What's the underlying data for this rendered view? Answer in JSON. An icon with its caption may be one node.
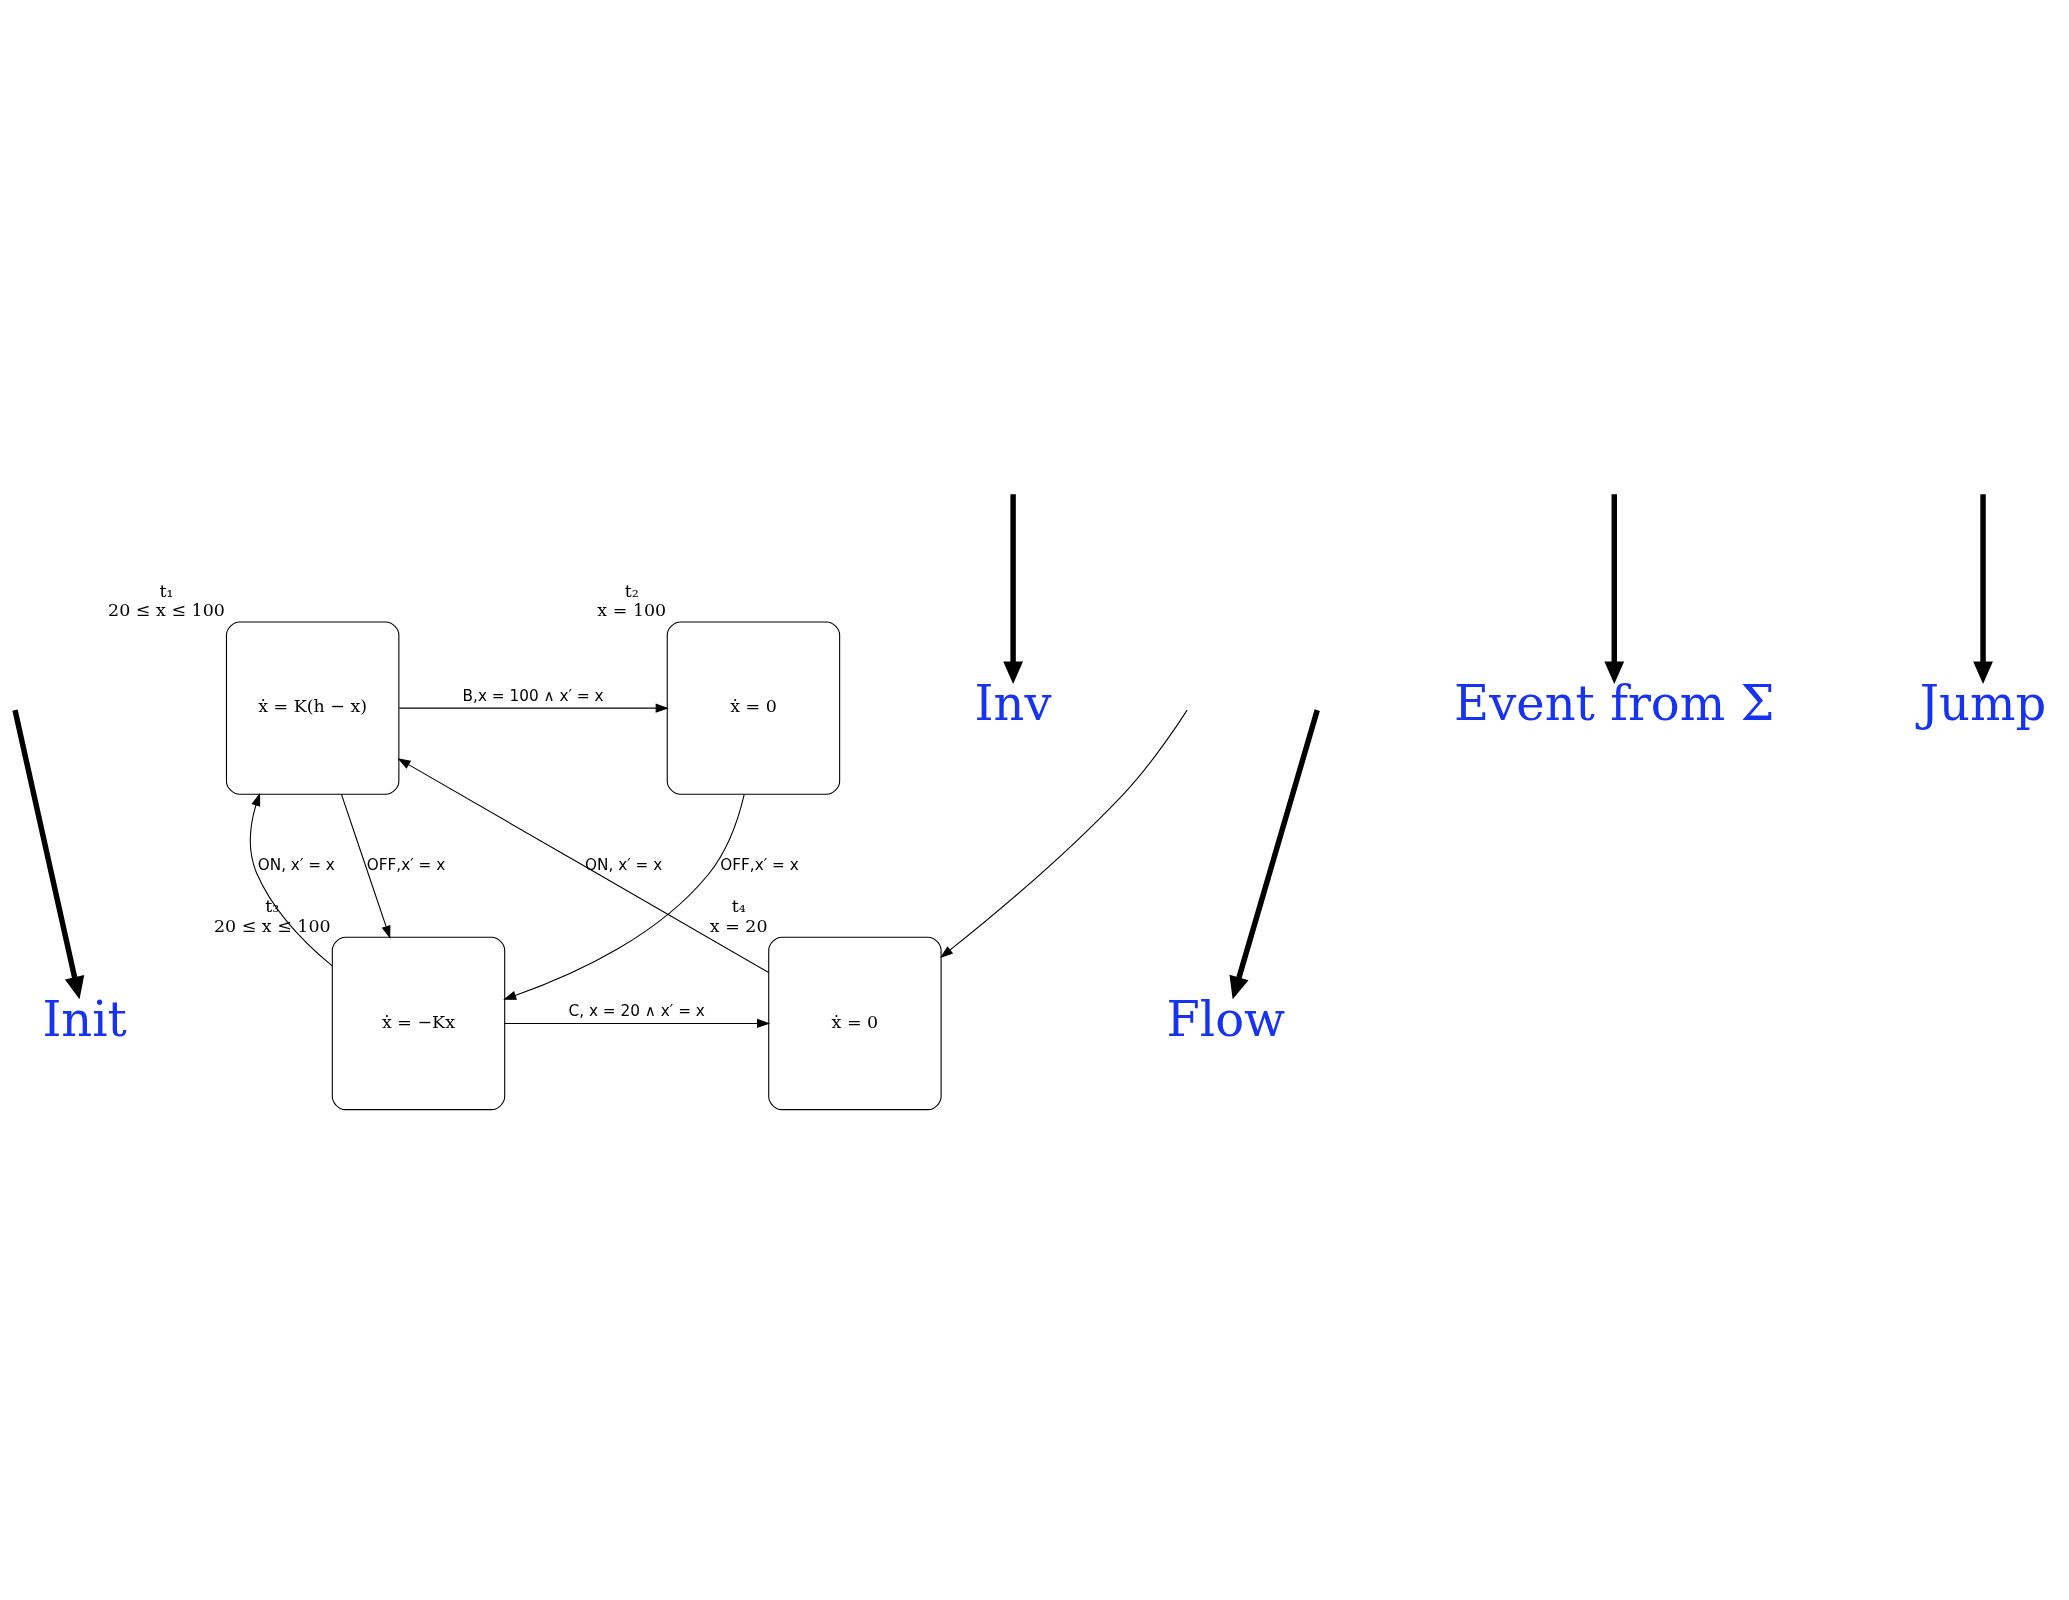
{
  "diagram": {
    "nodes": [
      {
        "text": [
          "ẋ = K(h − x)"
        ],
        "beside": [
          "t₁",
          "20 ≤ x ≤ 100"
        ]
      },
      {
        "text": [
          "ẋ = 0"
        ],
        "beside": [
          "t₂",
          "x = 100"
        ]
      },
      {
        "text": [
          "ẋ = −Kx"
        ],
        "beside": [
          "t₃",
          "20 ≤ x ≤ 100"
        ]
      },
      {
        "text": [
          "ẋ = 0"
        ],
        "beside": [
          "t₄",
          "x = 20"
        ]
      },
      {
        "text": [
          "Inv"
        ]
      },
      {
        "text": [
          "Event from Σ"
        ]
      },
      {
        "text": [
          "Init"
        ]
      },
      {
        "text": [
          "Jump"
        ]
      },
      {
        "text": [
          "Flow"
        ]
      }
    ],
    "edges": [
      {
        "from": 0,
        "to": 1,
        "arrow": "to",
        "label": "B,x = 100 ∧ x′ = x"
      },
      {
        "from": 0,
        "to": 2,
        "arrow": "to",
        "label": "OFF,x′ = x"
      },
      {
        "from": 1,
        "to": 2,
        "arrow": "to",
        "label": "OFF,x′ = x"
      },
      {
        "from": 2,
        "to": 0,
        "arrow": "to",
        "label": "ON, x′ = x"
      },
      {
        "from": 3,
        "to": 0,
        "arrow": "to",
        "label": "ON, x′ = x"
      },
      {
        "from": 2,
        "to": 3,
        "arrow": "to",
        "label": "C, x = 20 ∧ x′ = x"
      },
      {
        "from": null,
        "to": 3,
        "arrow": "to"
      },
      {
        "from": null,
        "to": 4,
        "arrow": "to",
        "style": "thick"
      },
      {
        "from": null,
        "to": 5,
        "arrow": "to",
        "style": "thick"
      },
      {
        "from": null,
        "to": 6,
        "arrow": "to",
        "style": "thick"
      },
      {
        "from": null,
        "to": 7,
        "arrow": "to",
        "style": "thick"
      },
      {
        "from": null,
        "to": 8,
        "arrow": "to",
        "style": "thick"
      }
    ]
  }
}
